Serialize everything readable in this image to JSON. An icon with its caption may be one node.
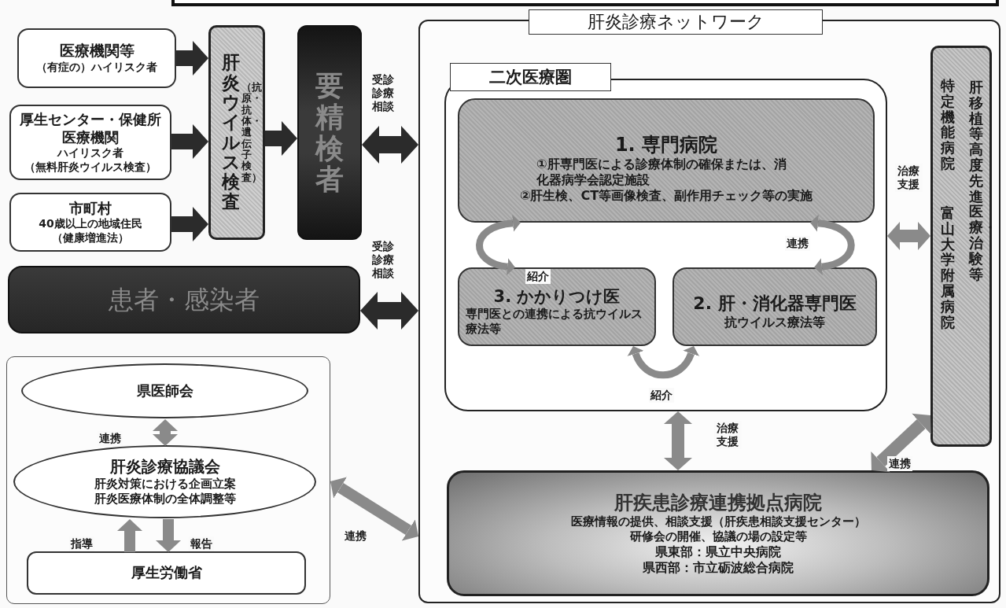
{
  "diagram": {
    "nodes": [
      {
        "text": [
          "医療機関等",
          "（有症の）ハイリスク者"
        ]
      },
      {
        "text": [
          "厚生センター・保健所",
          "医療機関",
          "ハイリスク者",
          "（無料肝炎ウイルス検査）"
        ]
      },
      {
        "text": [
          "市町村",
          "40歳以上の地域住民",
          "（健康増進法）"
        ]
      },
      {
        "text": [
          "肝炎ウイルス検査",
          "（抗原・抗体・遺伝子検査）"
        ]
      },
      {
        "text": [
          "要精検者"
        ]
      },
      {
        "text": [
          "患者・感染者"
        ]
      },
      {
        "text": [
          "肝炎診療ネットワーク"
        ]
      },
      {
        "text": [
          "二次医療圏"
        ],
        "in": 6
      },
      {
        "text": [
          "1. 専門病院",
          "①肝専門医による診療体制の確保または、消化器病学会認定施設",
          "②肝生検、CT等画像検査、副作用チェック等の実施"
        ],
        "in": 7
      },
      {
        "text": [
          "3. かかりつけ医",
          "専門医との連携による抗ウイルス療法等"
        ],
        "in": 7
      },
      {
        "text": [
          "2. 肝・消化器専門医",
          "抗ウイルス療法等"
        ],
        "in": 7
      },
      {
        "text": [
          "特定機能病院",
          "富山大学附属病院",
          "肝移植等高度先進医療・治験等"
        ],
        "in": 6
      },
      {
        "text": [
          "肝疾患診療連携拠点病院",
          "医療情報の提供、相談支援（肝疾患相談支援センター）",
          "研修会の開催、協議の場の設定等",
          "県東部：県立中央病院",
          "県西部：市立砺波総合病院"
        ],
        "in": 6
      },
      {
        "text": [],
        "shape": "box"
      },
      {
        "text": [
          "県医師会"
        ],
        "in": 13
      },
      {
        "text": [
          "肝炎診療協議会",
          "肝炎対策における企画立案",
          "肝炎医療体制の全体調整等"
        ],
        "in": 13
      },
      {
        "text": [
          "厚生労働省"
        ],
        "in": 13
      }
    ],
    "edges": [
      {
        "from": 0,
        "to": 3,
        "arrow": "to",
        "color": "#2b2b2b"
      },
      {
        "from": 1,
        "to": 3,
        "arrow": "to",
        "color": "#2b2b2b"
      },
      {
        "from": 2,
        "to": 3,
        "arrow": "to",
        "color": "#2b2b2b"
      },
      {
        "from": 3,
        "to": 4,
        "arrow": "to",
        "color": "#2b2b2b"
      },
      {
        "from": 4,
        "to": 6,
        "arrow": "both",
        "label": "受診診療相談",
        "color": "#2b2b2b"
      },
      {
        "from": 5,
        "to": 6,
        "arrow": "both",
        "label": "受診診療相談",
        "color": "#2b2b2b"
      },
      {
        "from": 8,
        "to": 9,
        "arrow": "both",
        "label": "紹介"
      },
      {
        "from": 8,
        "to": 10,
        "arrow": "both",
        "label": "連携"
      },
      {
        "from": 9,
        "to": 10,
        "arrow": "both",
        "label": "紹介"
      },
      {
        "from": 7,
        "to": 12,
        "arrow": "both",
        "label": "治療支援"
      },
      {
        "from": 7,
        "to": 11,
        "arrow": "both",
        "label": "治療支援"
      },
      {
        "from": 12,
        "to": 11,
        "arrow": "both",
        "label": "連携"
      },
      {
        "from": 14,
        "to": 15,
        "arrow": "both",
        "label": "連携"
      },
      {
        "from": 16,
        "to": 15,
        "arrow": "to",
        "label": "指導"
      },
      {
        "from": 15,
        "to": 16,
        "arrow": "to",
        "label": "報告"
      },
      {
        "from": 13,
        "to": 6,
        "arrow": "both",
        "label": "連携"
      }
    ]
  }
}
